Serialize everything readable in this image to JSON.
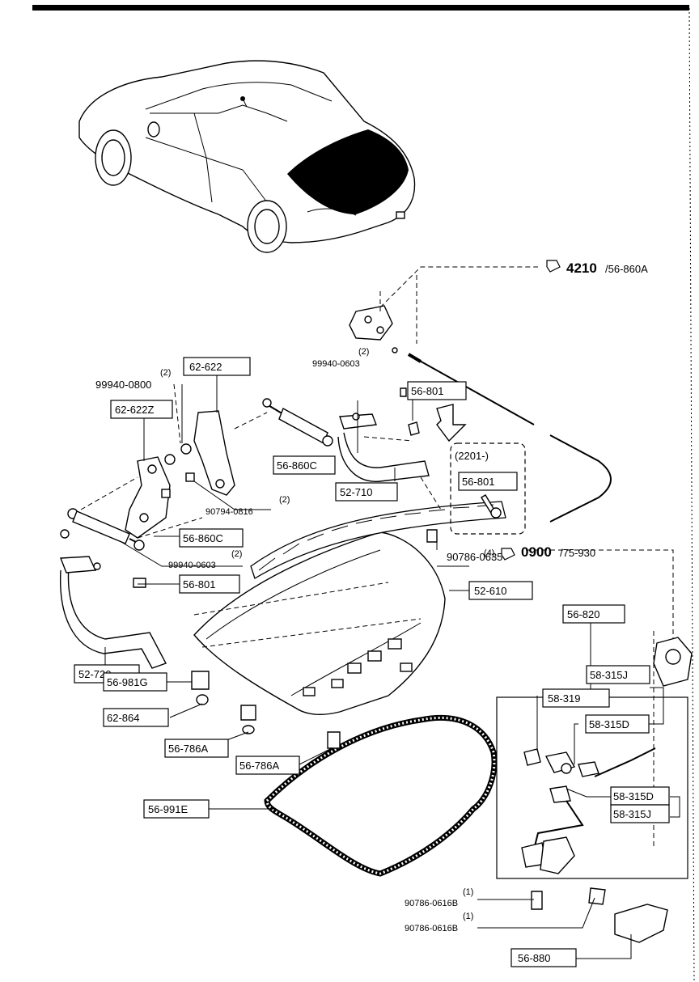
{
  "refs": {
    "ref_4210": "4210",
    "ref_4210_suffix": "/56-860A",
    "ref_0900": "0900",
    "ref_0900_suffix": "/75-930",
    "ref_0900_qty": "(4)"
  },
  "serial_range": "(2201-)",
  "parts": {
    "p62_622": "62-622",
    "p62_622z": "62-622Z",
    "p99940_0800": "99940-0800",
    "p99940_0800_qty": "(2)",
    "p99940_0603_top": "99940-0603",
    "p99940_0603_top_qty": "(2)",
    "p56_801_top": "56-801",
    "p56_860c_top": "56-860C",
    "p52_710": "52-710",
    "p56_801_box": "56-801",
    "p90794_0816": "90794-0816",
    "p90794_0816_qty": "(2)",
    "p56_860c_bottom": "56-860C",
    "p99940_0603_bottom": "99940-0603",
    "p99940_0603_bottom_qty": "(2)",
    "p90786_0635": "90786-0635",
    "p56_801_bottom": "56-801",
    "p52_610": "52-610",
    "p52_720": "52-720",
    "p56_820": "56-820",
    "p56_981g": "56-981G",
    "p62_864": "62-864",
    "p56_786a_left": "56-786A",
    "p56_786a_right": "56-786A",
    "p56_991e": "56-991E",
    "p58_315j_top": "58-315J",
    "p58_319": "58-319",
    "p58_315d_top": "58-315D",
    "p58_315d_bottom": "58-315D",
    "p58_315j_bottom": "58-315J",
    "p90786_0616b_a": "90786-0616B",
    "p90786_0616b_a_qty": "(1)",
    "p90786_0616b_b": "90786-0616B",
    "p90786_0616b_b_qty": "(1)",
    "p56_880": "56-880"
  }
}
